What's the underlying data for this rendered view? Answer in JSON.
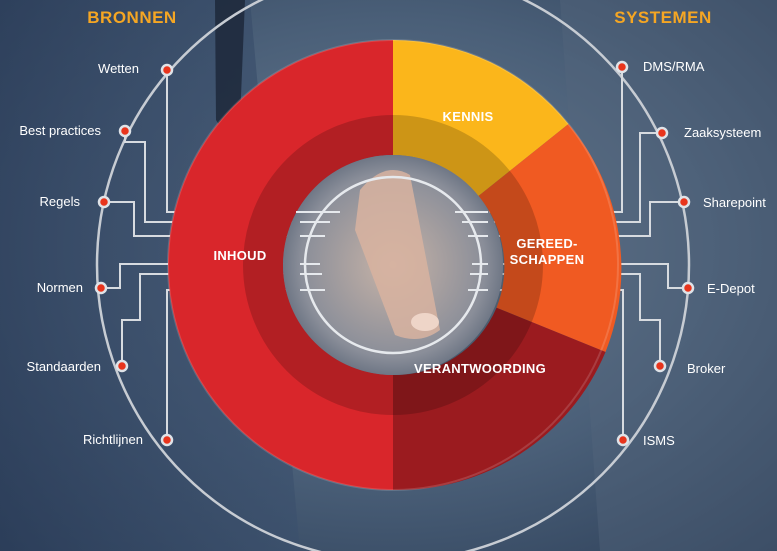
{
  "headers": {
    "left": "BRONNEN",
    "right": "SYSTEMEN"
  },
  "bronnen": [
    "Wetten",
    "Best practices",
    "Regels",
    "Normen",
    "Standaarden",
    "Richtlijnen"
  ],
  "systemen": [
    "DMS/RMA",
    "Zaaksysteem",
    "Sharepoint",
    "E-Depot",
    "Broker",
    "ISMS"
  ],
  "segments": {
    "inhoud": "INHOUD",
    "kennis": "KENNIS",
    "gereedschappen_1": "GEREED-",
    "gereedschappen_2": "SCHAPPEN",
    "verantwoording": "VERANTWOORDING"
  },
  "colors": {
    "inhoud": "#d9262b",
    "kennis": "#fbb61b",
    "gereedschappen": "#f05a22",
    "verantwoording": "#9b1b1f",
    "header": "#f5a623",
    "dot": "#e8341c",
    "background": "#3e5470"
  }
}
